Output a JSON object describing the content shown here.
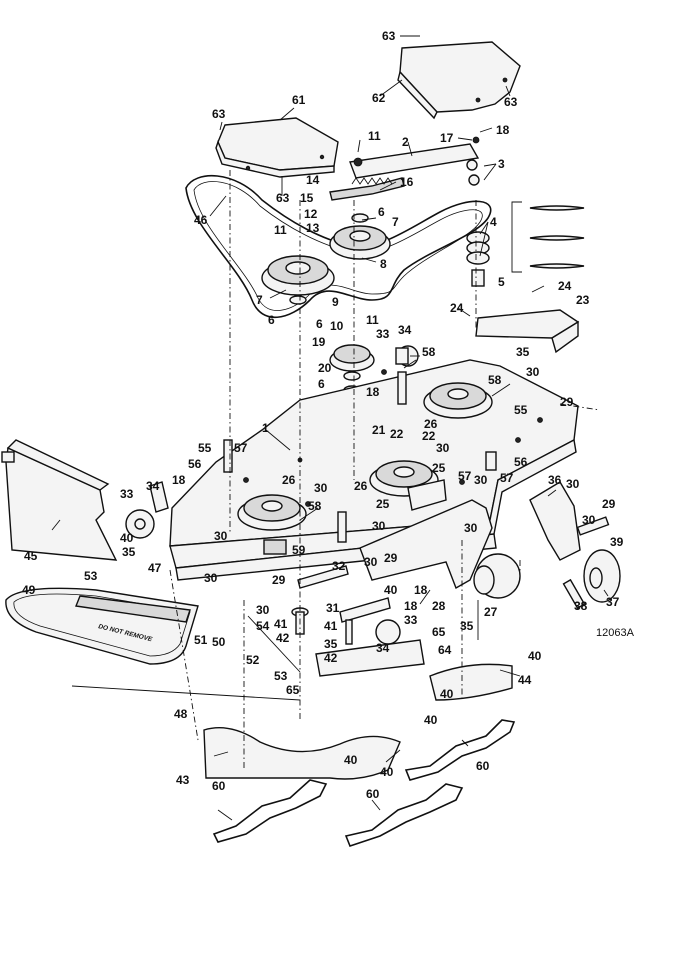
{
  "figure": {
    "code": "12063A",
    "decal_text": "DO NOT REMOVE"
  },
  "callouts": [
    {
      "id": "c63a",
      "text": "63"
    },
    {
      "id": "c62",
      "text": "62"
    },
    {
      "id": "c63b",
      "text": "63"
    },
    {
      "id": "c61",
      "text": "61"
    },
    {
      "id": "c63c",
      "text": "63"
    },
    {
      "id": "c63d",
      "text": "63"
    },
    {
      "id": "c11a",
      "text": "11"
    },
    {
      "id": "c2",
      "text": "2"
    },
    {
      "id": "c17",
      "text": "17"
    },
    {
      "id": "c18a",
      "text": "18"
    },
    {
      "id": "c3",
      "text": "3"
    },
    {
      "id": "c14",
      "text": "14"
    },
    {
      "id": "c16",
      "text": "16"
    },
    {
      "id": "c15",
      "text": "15"
    },
    {
      "id": "c12",
      "text": "12"
    },
    {
      "id": "c6a",
      "text": "6"
    },
    {
      "id": "c13",
      "text": "13"
    },
    {
      "id": "c7a",
      "text": "7"
    },
    {
      "id": "c46",
      "text": "46"
    },
    {
      "id": "c11b",
      "text": "11"
    },
    {
      "id": "c4",
      "text": "4"
    },
    {
      "id": "c8",
      "text": "8"
    },
    {
      "id": "c5",
      "text": "5"
    },
    {
      "id": "c7b",
      "text": "7"
    },
    {
      "id": "c9",
      "text": "9"
    },
    {
      "id": "c24a",
      "text": "24"
    },
    {
      "id": "c23",
      "text": "23"
    },
    {
      "id": "c6b",
      "text": "6"
    },
    {
      "id": "c10",
      "text": "10"
    },
    {
      "id": "c11c",
      "text": "11"
    },
    {
      "id": "c6c",
      "text": "6"
    },
    {
      "id": "c24b",
      "text": "24"
    },
    {
      "id": "c34a",
      "text": "34"
    },
    {
      "id": "c33a",
      "text": "33"
    },
    {
      "id": "c19",
      "text": "19"
    },
    {
      "id": "c58a",
      "text": "58"
    },
    {
      "id": "c35a",
      "text": "35"
    },
    {
      "id": "c20",
      "text": "20"
    },
    {
      "id": "c6d",
      "text": "6"
    },
    {
      "id": "c18b",
      "text": "18"
    },
    {
      "id": "c58b",
      "text": "58"
    },
    {
      "id": "c30a",
      "text": "30"
    },
    {
      "id": "c29a",
      "text": "29"
    },
    {
      "id": "c26a",
      "text": "26"
    },
    {
      "id": "c55a",
      "text": "55"
    },
    {
      "id": "c1",
      "text": "1"
    },
    {
      "id": "c21",
      "text": "21"
    },
    {
      "id": "c22a",
      "text": "22"
    },
    {
      "id": "c22b",
      "text": "22"
    },
    {
      "id": "c30b",
      "text": "30"
    },
    {
      "id": "c25a",
      "text": "25"
    },
    {
      "id": "c56a",
      "text": "56"
    },
    {
      "id": "c55b",
      "text": "55"
    },
    {
      "id": "c57a",
      "text": "57"
    },
    {
      "id": "c56b",
      "text": "56"
    },
    {
      "id": "c26b",
      "text": "26"
    },
    {
      "id": "c25b",
      "text": "25"
    },
    {
      "id": "c57b",
      "text": "57"
    },
    {
      "id": "c30c",
      "text": "30"
    },
    {
      "id": "c57c",
      "text": "57"
    },
    {
      "id": "c34b",
      "text": "34"
    },
    {
      "id": "c18c",
      "text": "18"
    },
    {
      "id": "c26c",
      "text": "26"
    },
    {
      "id": "c30d",
      "text": "30"
    },
    {
      "id": "c33b",
      "text": "33"
    },
    {
      "id": "c58c",
      "text": "58"
    },
    {
      "id": "c30e",
      "text": "30"
    },
    {
      "id": "c36",
      "text": "36"
    },
    {
      "id": "c30f",
      "text": "30"
    },
    {
      "id": "c30g",
      "text": "30"
    },
    {
      "id": "c29b",
      "text": "29"
    },
    {
      "id": "c30h",
      "text": "30"
    },
    {
      "id": "c45",
      "text": "45"
    },
    {
      "id": "c40a",
      "text": "40"
    },
    {
      "id": "c30i",
      "text": "30"
    },
    {
      "id": "c59",
      "text": "59"
    },
    {
      "id": "c39",
      "text": "39"
    },
    {
      "id": "c35b",
      "text": "35"
    },
    {
      "id": "c47",
      "text": "47"
    },
    {
      "id": "c30j",
      "text": "30"
    },
    {
      "id": "c53a",
      "text": "53"
    },
    {
      "id": "c30k",
      "text": "30"
    },
    {
      "id": "c32",
      "text": "32"
    },
    {
      "id": "c29c",
      "text": "29"
    },
    {
      "id": "c29d",
      "text": "29"
    },
    {
      "id": "c40b",
      "text": "40"
    },
    {
      "id": "c18d",
      "text": "18"
    },
    {
      "id": "c49",
      "text": "49"
    },
    {
      "id": "c27",
      "text": "27"
    },
    {
      "id": "c31",
      "text": "31"
    },
    {
      "id": "c18e",
      "text": "18"
    },
    {
      "id": "c28",
      "text": "28"
    },
    {
      "id": "c38",
      "text": "38"
    },
    {
      "id": "c37",
      "text": "37"
    },
    {
      "id": "c30l",
      "text": "30"
    },
    {
      "id": "c41a",
      "text": "41"
    },
    {
      "id": "c33c",
      "text": "33"
    },
    {
      "id": "c54",
      "text": "54"
    },
    {
      "id": "c51",
      "text": "51"
    },
    {
      "id": "c50",
      "text": "50"
    },
    {
      "id": "c41b",
      "text": "41"
    },
    {
      "id": "c42a",
      "text": "42"
    },
    {
      "id": "c65a",
      "text": "65"
    },
    {
      "id": "c35c",
      "text": "35"
    },
    {
      "id": "c35d",
      "text": "35"
    },
    {
      "id": "c42b",
      "text": "42"
    },
    {
      "id": "c34c",
      "text": "34"
    },
    {
      "id": "c64",
      "text": "64"
    },
    {
      "id": "c52",
      "text": "52"
    },
    {
      "id": "c40c",
      "text": "40"
    },
    {
      "id": "c53b",
      "text": "53"
    },
    {
      "id": "c44",
      "text": "44"
    },
    {
      "id": "c65b",
      "text": "65"
    },
    {
      "id": "c48",
      "text": "48"
    },
    {
      "id": "c40d",
      "text": "40"
    },
    {
      "id": "c40e",
      "text": "40"
    },
    {
      "id": "c60a",
      "text": "60"
    },
    {
      "id": "c43",
      "text": "43"
    },
    {
      "id": "c40f",
      "text": "40"
    },
    {
      "id": "c40g",
      "text": "40"
    },
    {
      "id": "c60b",
      "text": "60"
    },
    {
      "id": "c60c",
      "text": "60"
    }
  ]
}
